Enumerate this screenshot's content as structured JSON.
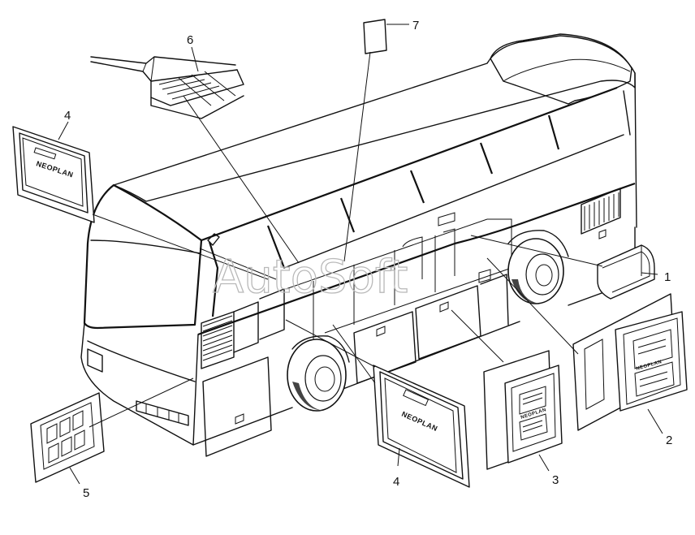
{
  "watermark": "AutoSoft",
  "callouts": [
    "1",
    "2",
    "3",
    "4",
    "4",
    "5",
    "6",
    "7"
  ],
  "panel_logo": "NEOPLAN",
  "small_logo": "NEOPLAN"
}
